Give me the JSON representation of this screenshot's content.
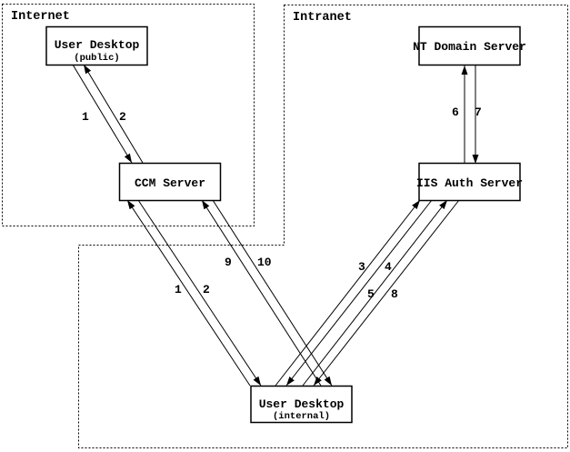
{
  "regions": {
    "internet": {
      "label": "Internet"
    },
    "intranet": {
      "label": "Intranet"
    }
  },
  "nodes": {
    "user_desktop_public": {
      "title": "User Desktop",
      "subtitle": "(public)"
    },
    "ccm_server": {
      "title": "CCM Server"
    },
    "nt_domain_server": {
      "title": "NT Domain Server"
    },
    "iis_auth_server": {
      "title": "IIS Auth Server"
    },
    "user_desktop_internal": {
      "title": "User Desktop",
      "subtitle": "(internal)"
    }
  },
  "arrows": {
    "public_to_ccm": {
      "label": "1"
    },
    "ccm_to_public": {
      "label": "2"
    },
    "internal_to_ccm": {
      "label": "1"
    },
    "ccm_to_internal": {
      "label": "2"
    },
    "internal_to_iis_a": {
      "label": "3"
    },
    "iis_to_internal_a": {
      "label": "4"
    },
    "internal_to_iis_b": {
      "label": "5"
    },
    "iis_to_nt": {
      "label": "6"
    },
    "nt_to_iis": {
      "label": "7"
    },
    "iis_to_internal_b": {
      "label": "8"
    },
    "internal_to_ccm_b": {
      "label": "9"
    },
    "ccm_to_internal_b": {
      "label": "10"
    }
  },
  "colors": {
    "line": "#000000",
    "background": "#ffffff"
  }
}
